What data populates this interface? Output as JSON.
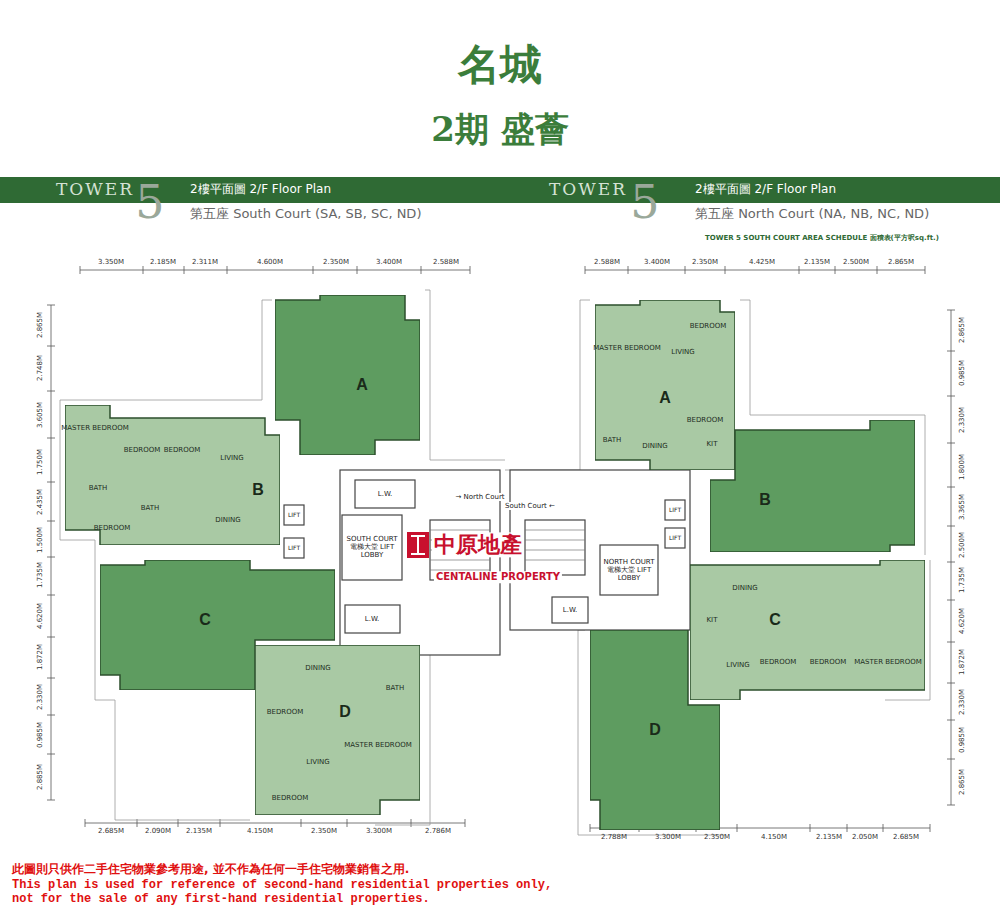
{
  "diagram": {
    "title": "名城",
    "nodes": [
      {
        "text": [
          "A"
        ]
      },
      {
        "text": [
          "B"
        ]
      },
      {
        "text": [
          "C"
        ]
      },
      {
        "text": [
          "D"
        ]
      },
      {
        "text": [
          "A"
        ]
      },
      {
        "text": [
          "B"
        ]
      },
      {
        "text": [
          "C"
        ]
      },
      {
        "text": [
          "D"
        ]
      }
    ],
    "labels": [
      "2期 盛薈",
      "TOWER",
      "5",
      "2樓平面圖 2/F Floor Plan",
      "第五座 South Court (SA, SB, SC, ND)",
      "TOWER",
      "5",
      "2樓平面圖 2/F Floor Plan",
      "第五座 North Court (NA, NB, NC, ND)",
      "TOWER 5 SOUTH COURT AREA SCHEDULE 面積表(平方呎sq.ft.)",
      "3.350M",
      "2.185M",
      "2.311M",
      "4.600M",
      "2.350M",
      "3.400M",
      "2.588M",
      "2.685M",
      "2.090M",
      "2.135M",
      "4.150M",
      "2.350M",
      "3.300M",
      "2.786M",
      "2.865M",
      "2.748M",
      "3.605M",
      "1.750M",
      "2.435M",
      "1.500M",
      "1.735M",
      "4.620M",
      "1.872M",
      "2.330M",
      "0.985M",
      "2.885M",
      "2.588M",
      "3.400M",
      "2.350M",
      "4.425M",
      "2.135M",
      "2.500M",
      "2.865M",
      "2.788M",
      "3.300M",
      "2.350M",
      "4.150M",
      "2.135M",
      "2.050M",
      "2.685M",
      "2.865M",
      "0.985M",
      "2.330M",
      "1.800M",
      "3.365M",
      "2.500M",
      "1.735M",
      "4.620M",
      "1.872M",
      "2.330M",
      "0.985M",
      "2.865M",
      "MASTER BEDROOM",
      "BEDROOM",
      "BEDROOM",
      "LIVING",
      "BATH",
      "BATH",
      "BEDROOM",
      "DINING",
      "DINING",
      "BATH",
      "BEDROOM",
      "MASTER BEDROOM",
      "LIVING",
      "BEDROOM",
      "MASTER BEDROOM",
      "LIVING",
      "BEDROOM",
      "BEDROOM",
      "BATH",
      "DINING",
      "KIT",
      "DINING",
      "KIT",
      "LIVING",
      "BEDROOM",
      "BEDROOM",
      "MASTER BEDROOM",
      "L.W.",
      "→ North Court",
      "South Court ←",
      "SOUTH COURT 電梯大堂 LIFT LOBBY",
      "LIFT",
      "LIFT",
      "L.W.",
      "NORTH COURT 電梯大堂 LIFT LOBBY",
      "LIFT",
      "LIFT",
      "L.W.",
      "中原地產",
      "CENTALINE PROPERTY",
      "此圖則只供作二手住宅物業參考用途, 並不作為任何一手住宅物業銷售之用.",
      "This plan is used for reference of second-hand residential properties only, not for the sale of any first-hand residential properties."
    ]
  }
}
